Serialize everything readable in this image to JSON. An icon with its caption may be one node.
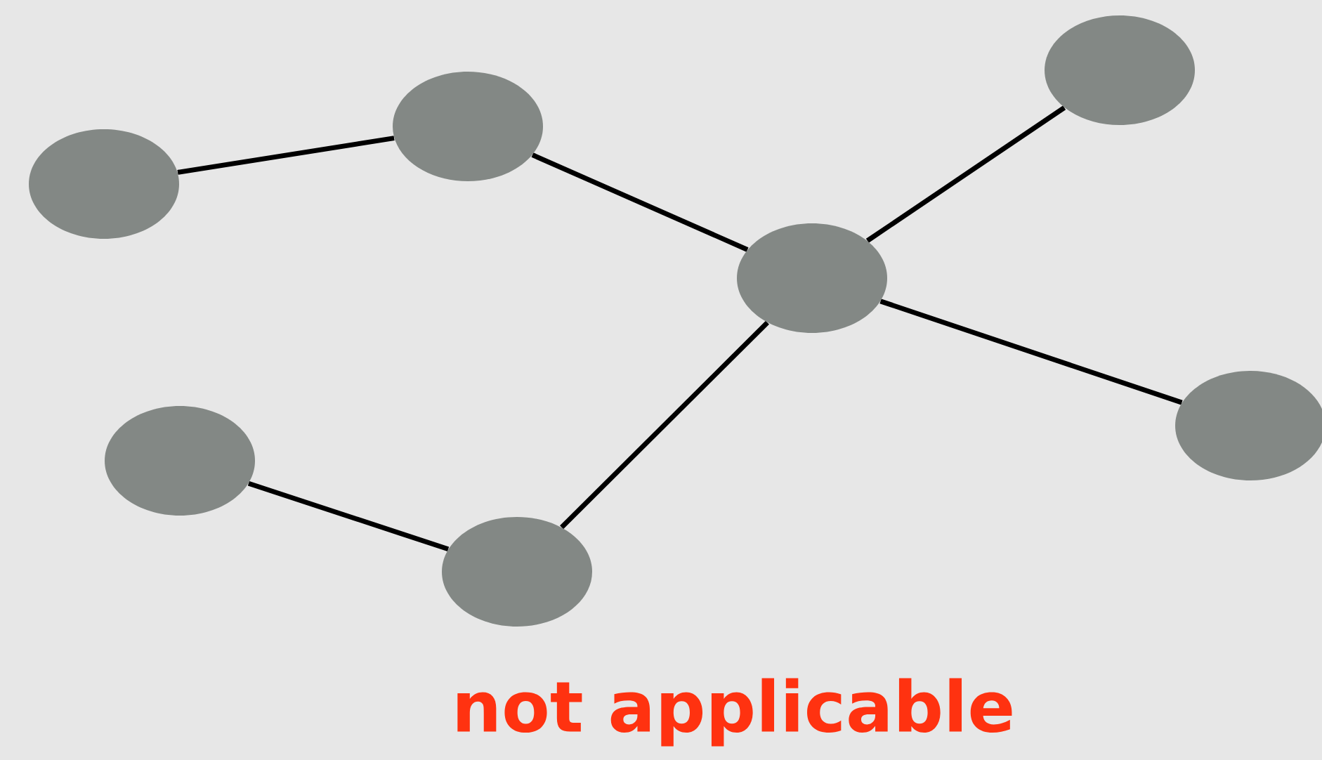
{
  "diagram": {
    "nodes": [
      {
        "text": [],
        "shape": "ellipse"
      },
      {
        "text": [],
        "shape": "ellipse"
      },
      {
        "text": [],
        "shape": "ellipse"
      },
      {
        "text": [],
        "shape": "ellipse"
      },
      {
        "text": [],
        "shape": "ellipse"
      },
      {
        "text": [],
        "shape": "ellipse"
      },
      {
        "text": [],
        "shape": "ellipse"
      }
    ],
    "edges": [
      {
        "from": 0,
        "to": 2,
        "arrow": "none"
      },
      {
        "from": 2,
        "to": 4,
        "arrow": "none"
      },
      {
        "from": 4,
        "to": 5,
        "arrow": "none"
      },
      {
        "from": 4,
        "to": 6,
        "arrow": "none"
      },
      {
        "from": 4,
        "to": 3,
        "arrow": "none"
      },
      {
        "from": 1,
        "to": 3,
        "arrow": "none"
      }
    ],
    "labels": [
      "not applicable"
    ]
  }
}
